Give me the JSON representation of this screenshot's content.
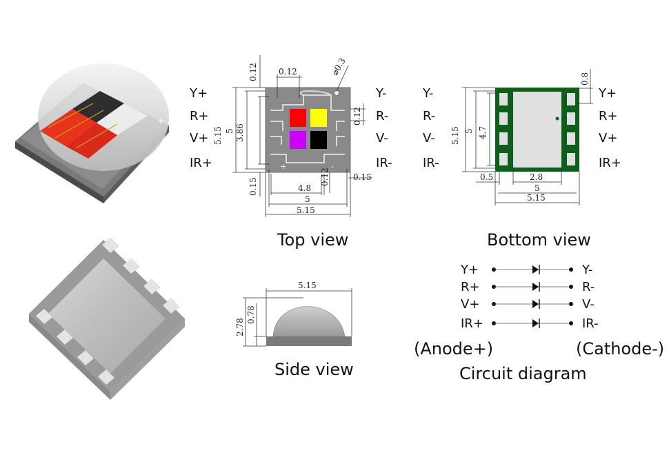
{
  "top_view": {
    "caption": "Top view",
    "left_pins": [
      "Y+",
      "R+",
      "V+",
      "IR+"
    ],
    "right_pins": [
      "Y-",
      "R-",
      "V-",
      "IR-"
    ],
    "dims": {
      "top_gap": "0.12",
      "top_inner": "0.12",
      "hole": "⌀0.3",
      "right_gap": "0.12",
      "outer_h": "5.15",
      "body_h": "5",
      "inner_h": "3.86",
      "bottom_gap": "0.15",
      "bottom_inner": "0.12",
      "bottom_right": "0.15",
      "pad_w": "4.8",
      "body_w": "5",
      "outer_w": "5.15"
    },
    "chip_colors": [
      "#ff0000",
      "#ffff00",
      "#cc00ff",
      "#000000"
    ],
    "polarity_plus": "+",
    "polarity_minus": "-"
  },
  "bottom_view": {
    "caption": "Bottom view",
    "left_pins": [
      "Y-",
      "R-",
      "V-",
      "IR-"
    ],
    "right_pins": [
      "Y+",
      "R+",
      "V+",
      "IR+"
    ],
    "dims": {
      "pad_gap": "0.8",
      "outer_h": "5.15",
      "body_h": "5",
      "inner_h": "4.7",
      "edge": "0.5",
      "pad_w": "2.8",
      "body_w": "5",
      "outer_w": "5.15"
    },
    "pcb_color": "#0d5e1a"
  },
  "side_view": {
    "caption": "Side view",
    "dims": {
      "width": "5.15",
      "height": "2.78",
      "base": "0.78"
    }
  },
  "circuit": {
    "caption": "Circuit diagram",
    "anodes": [
      "Y+",
      "R+",
      "V+",
      "IR+"
    ],
    "cathodes": [
      "Y-",
      "R-",
      "V-",
      "IR-"
    ],
    "anode_label": "(Anode+)",
    "cathode_label": "(Cathode-)"
  }
}
